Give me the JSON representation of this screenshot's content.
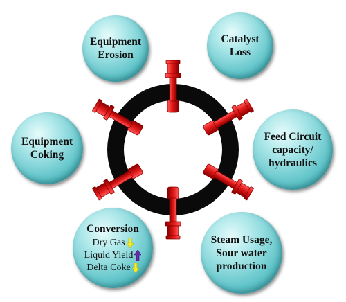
{
  "colors": {
    "ring": "#0a0a0a",
    "nozzle": "#e01818",
    "nozzle_dark": "#8a0000",
    "arrow_down": "#f2ec2a",
    "arrow_up": "#6a2aa8"
  },
  "bubbles": [
    {
      "id": "equipment-erosion",
      "title": "Equipment\nErosion"
    },
    {
      "id": "catalyst-loss",
      "title": "Catalyst\nLoss"
    },
    {
      "id": "feed-circuit",
      "title": "Feed Circuit\ncapacity/\nhydraulics"
    },
    {
      "id": "equipment-coking",
      "title": "Equipment\nCoking"
    },
    {
      "id": "steam-usage",
      "title": "Steam Usage,\nSour water\nproduction"
    }
  ],
  "conversion": {
    "title": "Conversion",
    "items": [
      {
        "label": "Dry Gas",
        "direction": "down"
      },
      {
        "label": "Liquid Yield",
        "direction": "up"
      },
      {
        "label": "Delta Coke",
        "direction": "down"
      }
    ]
  }
}
